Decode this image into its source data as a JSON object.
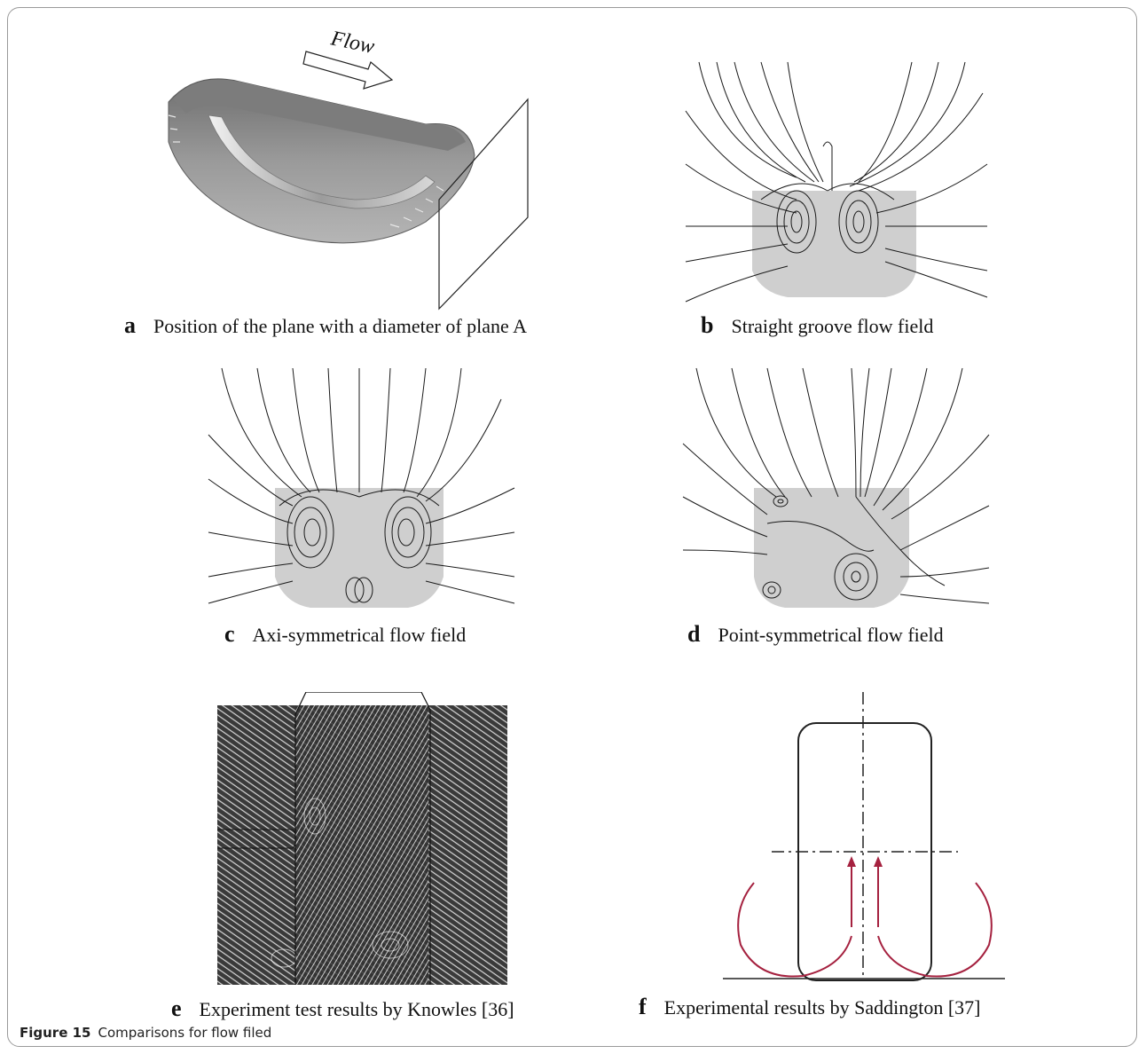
{
  "panels": [
    {
      "letter": "a",
      "caption": "Position of the plane with a diameter of plane A"
    },
    {
      "letter": "b",
      "caption": "Straight groove flow field"
    },
    {
      "letter": "c",
      "caption": "Axi-symmetrical flow field"
    },
    {
      "letter": "d",
      "caption": "Point-symmetrical flow field"
    },
    {
      "letter": "e",
      "caption": "Experiment test results by Knowles [36]"
    },
    {
      "letter": "f",
      "caption": "Experimental results by Saddington [37]"
    }
  ],
  "flow_label": "Flow",
  "figure": {
    "label": "Figure 15",
    "caption": "Comparisons for flow filed"
  },
  "colors": {
    "tire_gray": "#8c8c8c",
    "tire_shade": "#a6a6a6",
    "groove_gray": "#cfcfcf",
    "streamline": "#1a1a1a",
    "arrow_red": "#a5213f",
    "lic_dark": "#2b2b2b"
  }
}
